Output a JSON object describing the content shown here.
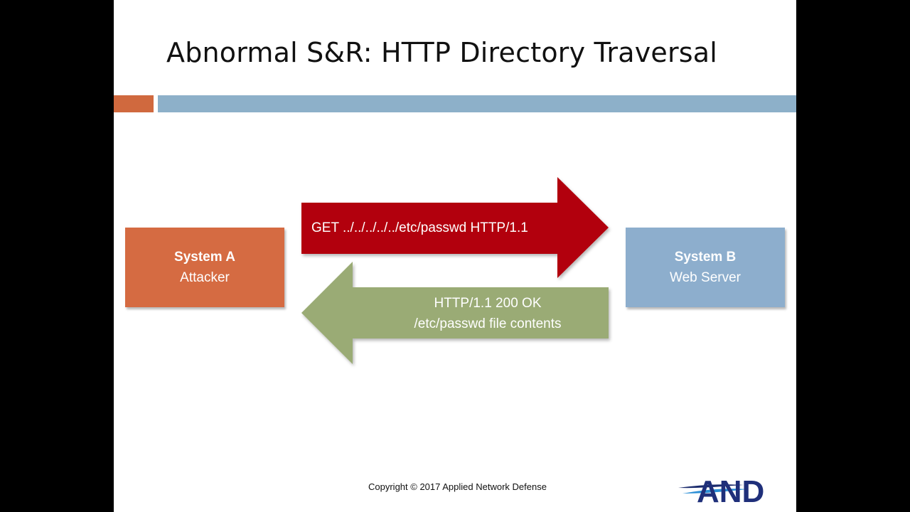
{
  "slide": {
    "title": "Abnormal S&R: HTTP Directory Traversal",
    "footer": "Copyright © 2017 Applied Network Defense",
    "logo_text": "AND"
  },
  "colors": {
    "system_a": "#d56b42",
    "system_b": "#8daecd",
    "request_arrow": "#b2000c",
    "response_arrow": "#9aab74",
    "accent_orange": "#d0693e",
    "accent_blue": "#8db0c9"
  },
  "system_a": {
    "name": "System A",
    "role": "Attacker"
  },
  "system_b": {
    "name": "System B",
    "role": "Web Server"
  },
  "request": {
    "label": "GET ../../../../../etc/passwd HTTP/1.1"
  },
  "response": {
    "line1": "HTTP/1.1 200 OK",
    "line2": "/etc/passwd file contents"
  }
}
